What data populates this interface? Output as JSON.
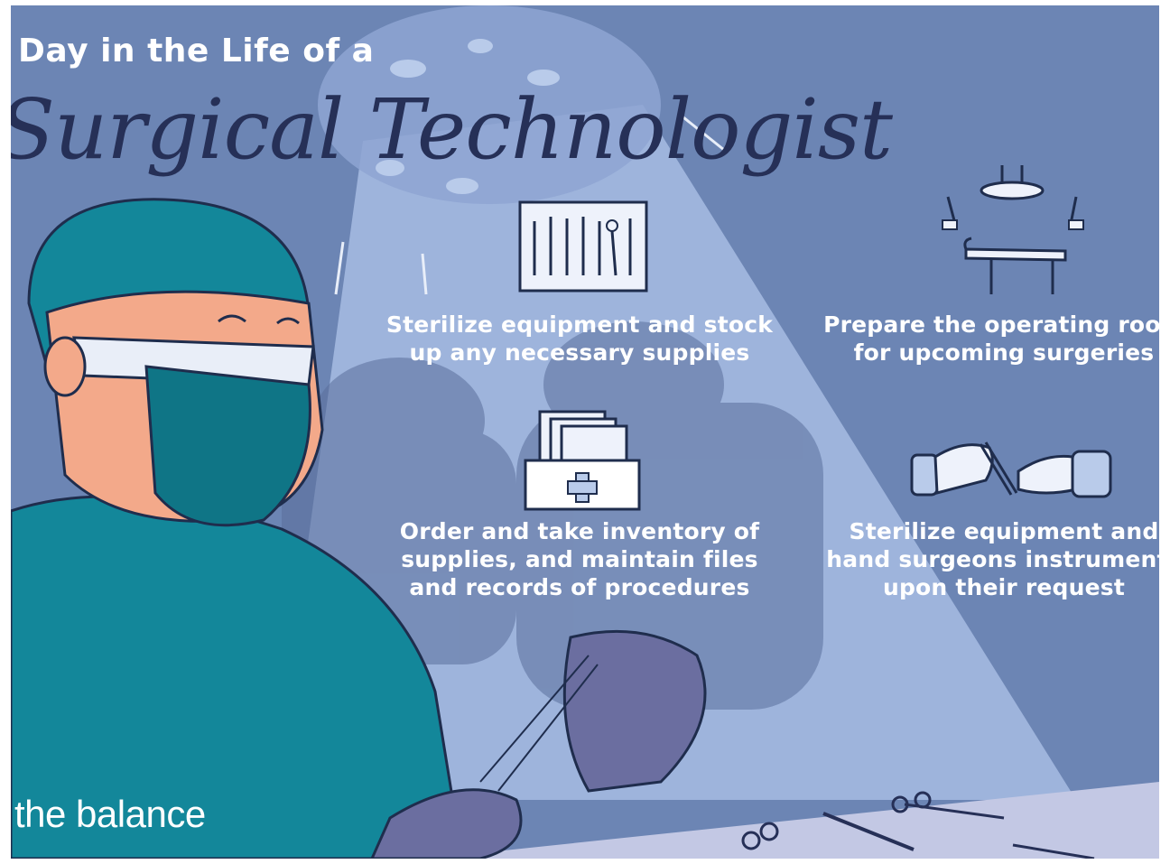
{
  "title": {
    "line1": "Day in the Life of a",
    "line2": "Surgical Technologist"
  },
  "duties": [
    {
      "icon": "surgical-tools-tray-icon",
      "text_lines": [
        "Sterilize equipment and stock",
        "up any necessary supplies"
      ]
    },
    {
      "icon": "operating-room-icon",
      "text_lines": [
        "Prepare the operating room",
        "for upcoming surgeries"
      ]
    },
    {
      "icon": "medical-files-box-icon",
      "text_lines": [
        "Order and take inventory of",
        "supplies, and maintain files",
        "and records of procedures"
      ]
    },
    {
      "icon": "hands-passing-instrument-icon",
      "text_lines": [
        "Sterilize equipment and",
        "hand surgeons instruments",
        "upon their request"
      ]
    }
  ],
  "brand": {
    "logo_text": "the balance"
  },
  "colors": {
    "background": "#6c85b4",
    "light_beam": "#9db4dc",
    "title_dark": "#263057",
    "scrubs_teal": "#13879a",
    "skin": "#f3a98a",
    "text": "#ffffff"
  }
}
